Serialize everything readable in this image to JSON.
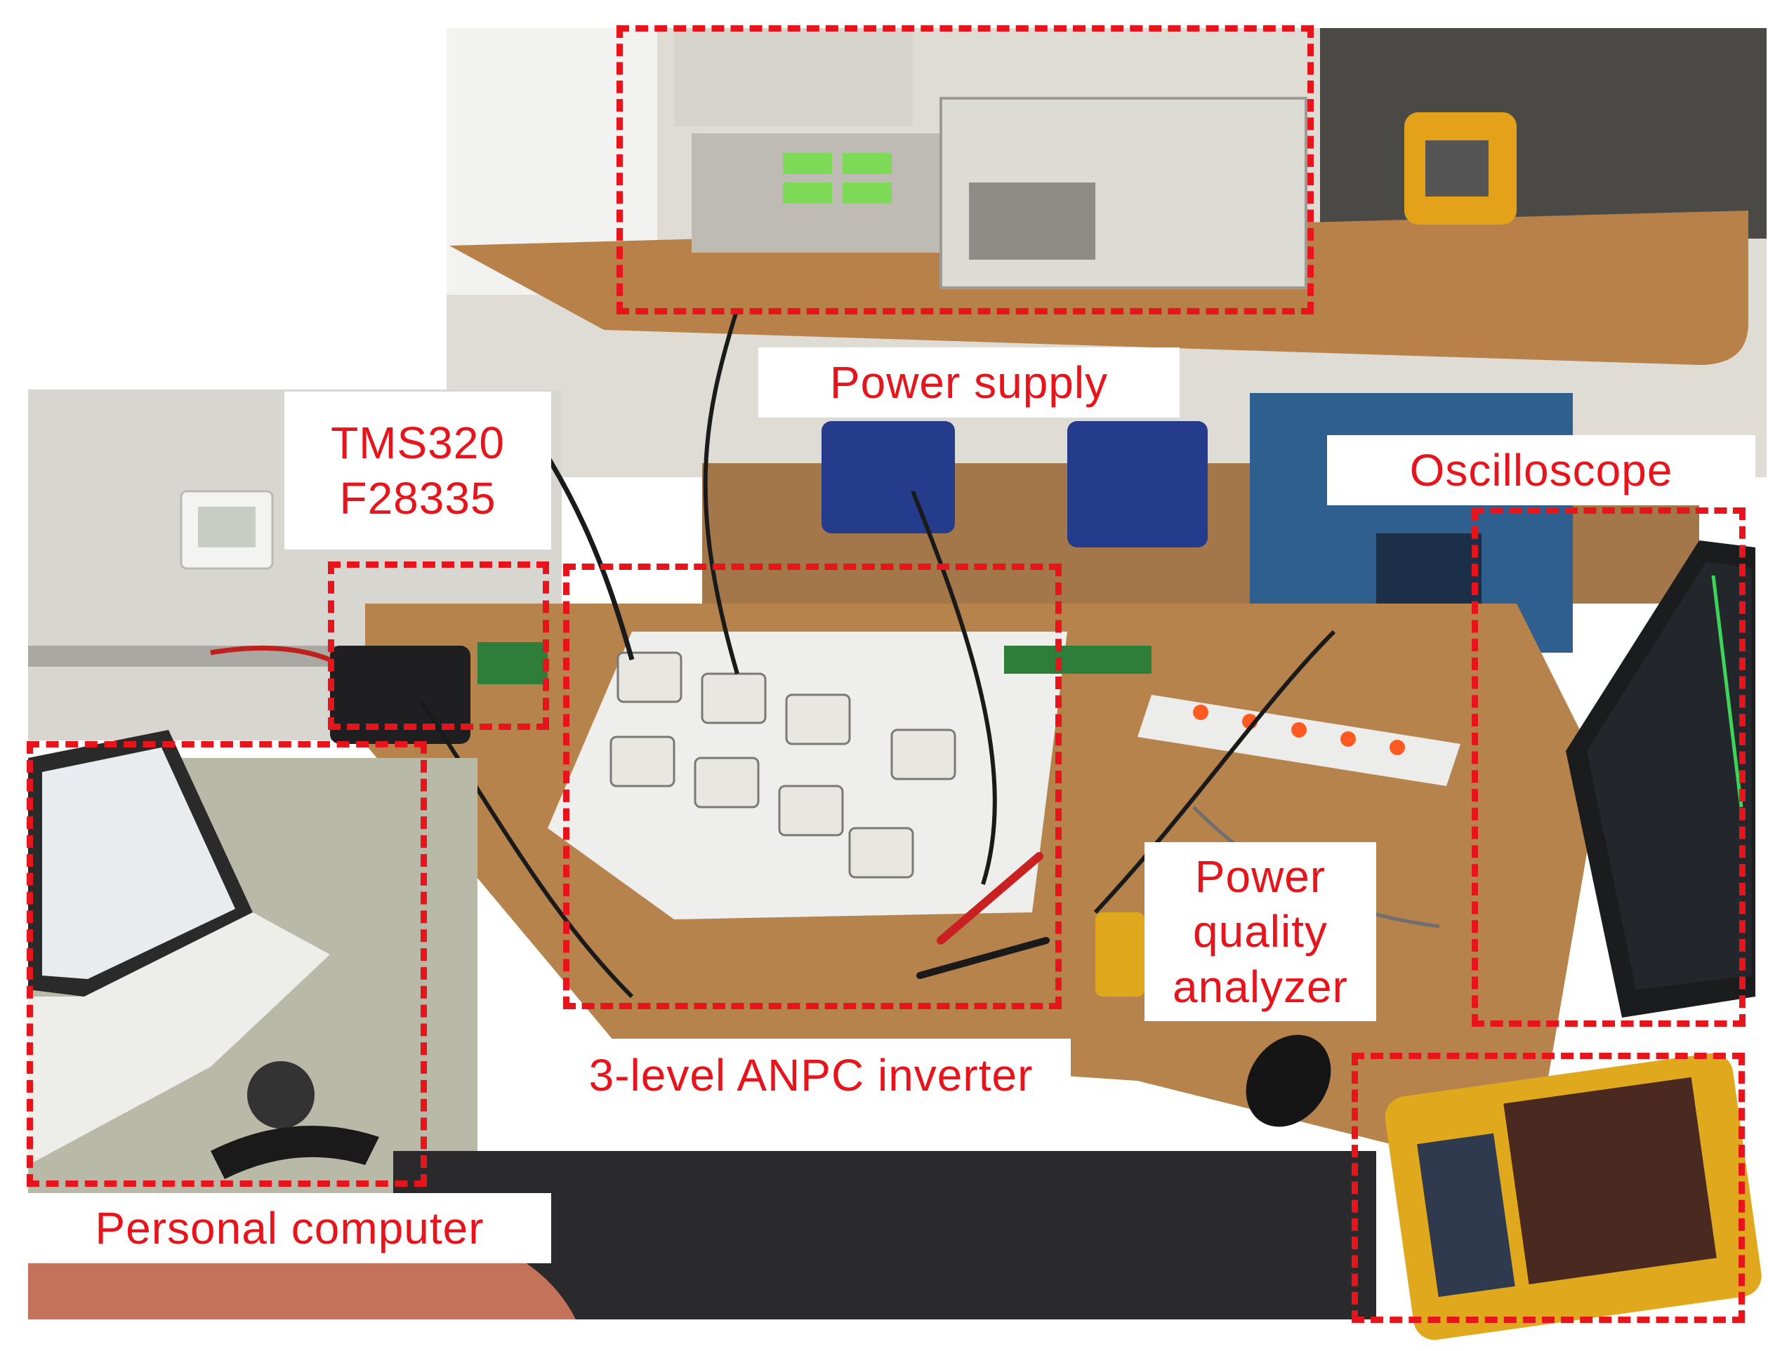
{
  "labels": {
    "power_supply": "Power supply",
    "oscilloscope": "Oscilloscope",
    "dsp_line1": "TMS320",
    "dsp_line2": "F28335",
    "analyzer_line1": "Power",
    "analyzer_line2": "quality",
    "analyzer_line3": "analyzer",
    "inverter": "3-level ANPC inverter",
    "computer": "Personal computer"
  },
  "colors": {
    "annotation": "#e8141b",
    "label_background": "#ffffff",
    "desk": "#b7834c",
    "wall": "#dcdcd6",
    "floor": "#2a2a2c",
    "equipment_gray": "#c9c8c2",
    "scope_blue": "#2f5f8f",
    "analyzer_yellow": "#e0a81c",
    "pcb_green": "#2e7d3a"
  }
}
